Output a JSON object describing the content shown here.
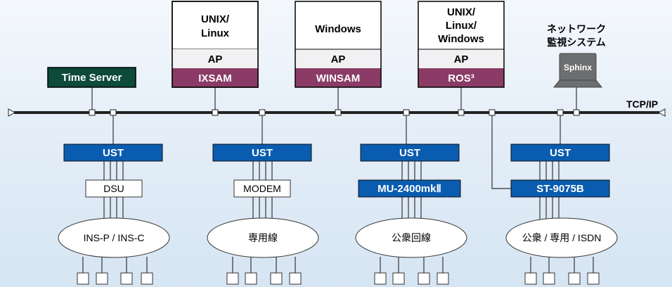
{
  "network": {
    "bus_label": "TCP/IP"
  },
  "servers": [
    {
      "os": [
        "UNIX/",
        "Linux"
      ],
      "ap": "AP",
      "product": "IXSAM"
    },
    {
      "os": [
        "Windows"
      ],
      "ap": "AP",
      "product": "WINSAM"
    },
    {
      "os": [
        "UNIX/",
        "Linux/",
        "Windows"
      ],
      "ap": "AP",
      "product": "ROS³"
    }
  ],
  "time_server": "Time Server",
  "monitor": {
    "title_lines": [
      "ネットワーク",
      "監視システム"
    ],
    "product": "Sphinx"
  },
  "ust_label": "UST",
  "branches": [
    {
      "device": "DSU",
      "network": "INS-P / INS-C"
    },
    {
      "device": "MODEM",
      "network": "専用線"
    },
    {
      "device": "MU-2400mkⅡ",
      "network": "公衆回線"
    },
    {
      "device": "ST-9075B",
      "network": "公衆 / 専用 / ISDN"
    }
  ],
  "colors": {
    "ust": "#0a5cb0",
    "product_band": "#8a3c66",
    "time_server": "#0d4a3a",
    "monitor": "#6d6e70",
    "bus": "#222222"
  }
}
